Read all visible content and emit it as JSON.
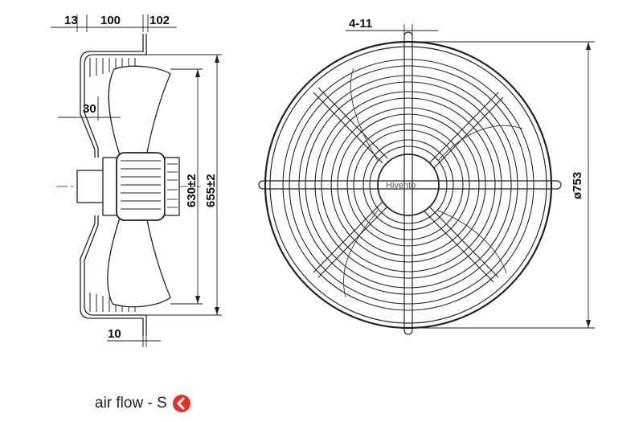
{
  "side_view": {
    "dims": {
      "d13": "13",
      "d100": "100",
      "d102": "102",
      "d30": "30",
      "d10": "10",
      "d630": "630±2",
      "d655": "655±2"
    }
  },
  "front_view": {
    "holes": "4-11",
    "diameter": "ø753",
    "brand": "Hivento"
  },
  "caption": {
    "text": "air flow - S",
    "arrow_color": "#e0322b",
    "arrow_icon": "left-arrow-in-circle"
  }
}
